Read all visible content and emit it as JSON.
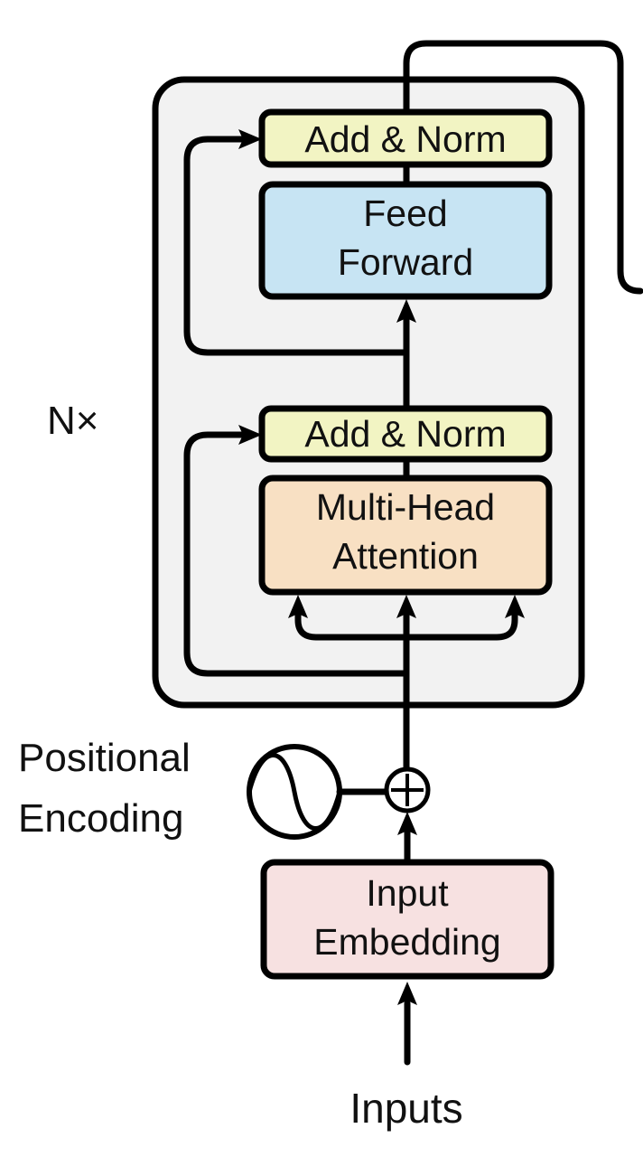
{
  "diagram": {
    "repeat_label": "N×",
    "inputs_label": "Inputs",
    "positional_encoding": {
      "line1": "Positional",
      "line2": "Encoding"
    },
    "blocks": {
      "add_norm_top": {
        "label": "Add & Norm",
        "fill": "#F2F4C3"
      },
      "feed_forward": {
        "line1": "Feed",
        "line2": "Forward",
        "fill": "#C7E4F3"
      },
      "add_norm_bottom": {
        "label": "Add & Norm",
        "fill": "#F2F4C3"
      },
      "multi_head_attention": {
        "line1": "Multi-Head",
        "line2": "Attention",
        "fill": "#F8E0C3"
      },
      "input_embedding": {
        "line1": "Input",
        "line2": "Embedding",
        "fill": "#F7E1E1"
      }
    },
    "encoder_container": {
      "fill": "#F2F2F2"
    }
  }
}
